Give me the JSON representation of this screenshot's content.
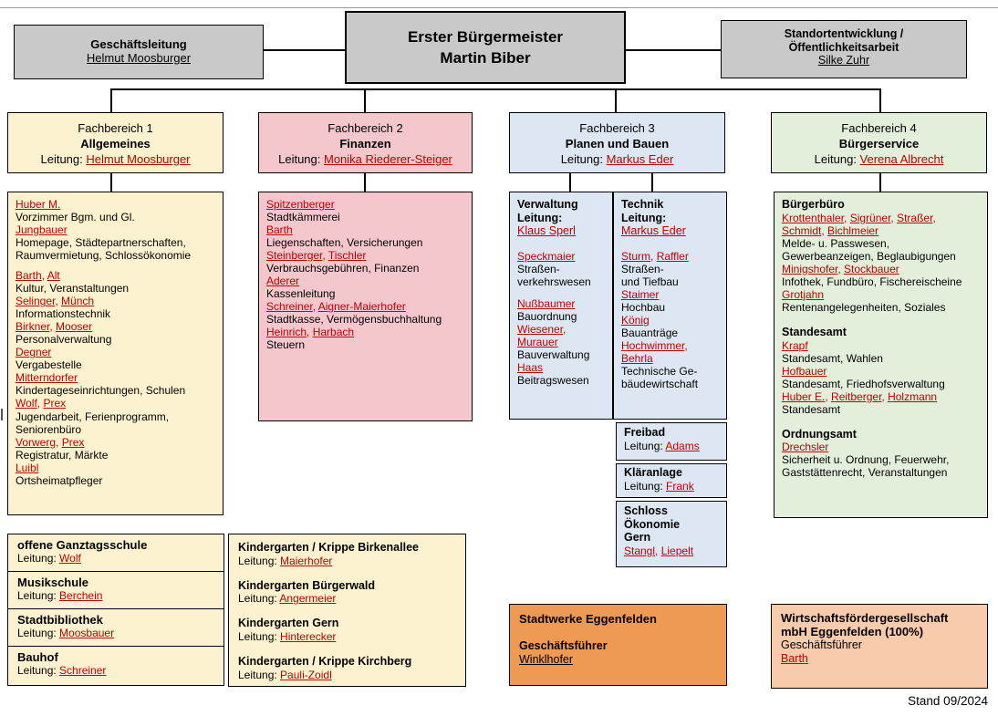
{
  "labels": {
    "leitung_prefix": "Leitung: ",
    "leitung_colon": "Leitung:"
  },
  "colors": {
    "gray_box": "#C9C9CA",
    "cream": "#FCF2CF",
    "pink": "#F4C7CD",
    "blue": "#DCE7F3",
    "green": "#E3EFDB",
    "orange": "#EF9A53",
    "peach": "#F8CBAD",
    "link_red": "#C00000",
    "border": "#000000"
  },
  "top_row": {
    "geschaeftsleitung": {
      "title": "Geschäftsleitung",
      "name": "Helmut Moosburger"
    },
    "buergermeister": {
      "line1": "Erster Bürgermeister",
      "line2": "Martin Biber"
    },
    "standortentwicklung": {
      "title": "Standortentwicklung /\nÖffentlichkeitsarbeit",
      "name": "Silke Zuhr"
    }
  },
  "fachbereiche": [
    {
      "title": "Fachbereich 1",
      "subtitle": "Allgemeines",
      "leitung": "Helmut Moosburger"
    },
    {
      "title": "Fachbereich 2",
      "subtitle": "Finanzen",
      "leitung": "Monika Riederer-Steiger"
    },
    {
      "title": "Fachbereich 3",
      "subtitle": "Planen und Bauen",
      "leitung": "Markus Eder"
    },
    {
      "title": "Fachbereich 4",
      "subtitle": "Bürgerservice",
      "leitung": "Verena Albrecht"
    }
  ],
  "fb1_entries": [
    {
      "names": [
        "Huber M."
      ],
      "desc": "Vorzimmer Bgm. und Gl."
    },
    {
      "names": [
        "Jungbauer"
      ],
      "desc": "Homepage, Städtepartnerschaften,\nRaumvermietung, Schlossökonomie"
    },
    {
      "names": [
        "Barth",
        "Alt"
      ],
      "desc": "Kultur, Veranstaltungen",
      "gap": true
    },
    {
      "names": [
        "Selinger",
        "Münch"
      ],
      "desc": "Informationstechnik"
    },
    {
      "names": [
        "Birkner",
        "Mooser"
      ],
      "desc": "Personalverwaltung"
    },
    {
      "names": [
        "Degner"
      ],
      "desc": "Vergabestelle"
    },
    {
      "names": [
        "Mitterndorfer"
      ],
      "desc": "Kindertageseinrichtungen, Schulen"
    },
    {
      "names": [
        "Wolf",
        "Prex"
      ],
      "desc": "Jugendarbeit, Ferienprogramm,\nSeniorenbüro"
    },
    {
      "names": [
        "Vorwerg",
        "Prex"
      ],
      "desc": "Registratur, Märkte"
    },
    {
      "names": [
        "Luibl"
      ],
      "desc": "Ortsheimatpfleger"
    }
  ],
  "fb2_entries": [
    {
      "names": [
        "Spitzenberger"
      ],
      "desc": "Stadtkämmerei"
    },
    {
      "names": [
        "Barth"
      ],
      "desc": "Liegenschaften, Versicherungen"
    },
    {
      "names": [
        "Steinberger",
        "Tischler"
      ],
      "desc": "Verbrauchsgebühren, Finanzen"
    },
    {
      "names": [
        "Aderer"
      ],
      "desc": "Kassenleitung"
    },
    {
      "names": [
        "Schreiner",
        "Aigner-Maierhofer"
      ],
      "desc": "Stadtkasse, Vermögensbuchhaltung"
    },
    {
      "names": [
        "Heinrich",
        "Harbach"
      ],
      "desc": "Steuern"
    }
  ],
  "fb3": {
    "verwaltung": {
      "title": "Verwaltung",
      "leitung": "Klaus Sperl",
      "entries": [
        {
          "names": [
            "Speckmaier"
          ],
          "desc": "Straßen-\nverkehrswesen"
        },
        {
          "names": [
            "Nußbaumer"
          ],
          "desc": "Bauordnung",
          "gap": true
        },
        {
          "names": [
            "Wiesener",
            "Murauer"
          ],
          "sep": ",\n",
          "desc": "Bauverwaltung"
        },
        {
          "names": [
            "Haas"
          ],
          "desc": "Beitragswesen"
        }
      ]
    },
    "technik": {
      "title": "Technik",
      "leitung": "Markus Eder",
      "entries": [
        {
          "names": [
            "Sturm",
            "Raffler"
          ],
          "desc": "Straßen-\nund Tiefbau"
        },
        {
          "names": [
            "Staimer"
          ],
          "desc": "Hochbau"
        },
        {
          "names": [
            "König"
          ],
          "desc": "Bauanträge"
        },
        {
          "names": [
            "Hochwimmer",
            "Behrla"
          ],
          "sep": ",\n",
          "desc": "Technische Ge-\nbäudewirtschaft"
        }
      ]
    },
    "sub_boxes": [
      {
        "title": "Freibad",
        "name": "Adams"
      },
      {
        "title": "Kläranlage",
        "name": "Frank"
      },
      {
        "title": "Schloss\nÖkonomie\nGern",
        "names": [
          "Stangl",
          "Liepelt"
        ]
      }
    ]
  },
  "fb4_sections": [
    {
      "heading": "Bürgerbüro",
      "entries": [
        {
          "names": [
            "Krottenthaler",
            "Sigrüner",
            "Straßer",
            "Schmidt",
            "Bichlmeier"
          ],
          "desc": "Melde- u. Passwesen,\nGewerbeanzeigen, Beglaubigungen"
        },
        {
          "names": [
            "Minigshofer",
            "Stockbauer"
          ],
          "desc": "Infothek, Fundbüro, Fischereischeine"
        },
        {
          "names": [
            "Grotjahn"
          ],
          "desc": "Rentenangelegenheiten, Soziales"
        }
      ]
    },
    {
      "heading": "Standesamt",
      "entries": [
        {
          "names": [
            "Krapf"
          ],
          "desc": "Standesamt, Wahlen"
        },
        {
          "names": [
            "Hofbauer"
          ],
          "desc": "Standesamt, Friedhofsverwaltung"
        },
        {
          "names": [
            "Huber E.",
            "Reitberger",
            "Holzmann"
          ],
          "desc": "Standesamt"
        }
      ]
    },
    {
      "heading": "Ordnungsamt",
      "entries": [
        {
          "names": [
            "Drechsler"
          ],
          "desc": "Sicherheit u. Ordnung, Feuerwehr,\nGaststättenrecht, Veranstaltungen"
        }
      ]
    }
  ],
  "facilities": [
    {
      "title": "offene Ganztagsschule",
      "leitung": "Wolf"
    },
    {
      "title": "Musikschule",
      "leitung": "Berchein"
    },
    {
      "title": "Stadtbibliothek",
      "leitung": "Moosbauer"
    },
    {
      "title": "Bauhof",
      "leitung": "Schreiner"
    }
  ],
  "kindergartens": [
    {
      "title": "Kindergarten / Krippe Birkenallee",
      "leitung": "Maierhofer"
    },
    {
      "title": "Kindergarten Bürgerwald",
      "leitung": "Angermeier"
    },
    {
      "title": "Kindergarten Gern",
      "leitung": "Hinterecker"
    },
    {
      "title": "Kindergarten / Krippe Kirchberg",
      "leitung": "Pauli-Zoidl"
    }
  ],
  "stadtwerke": {
    "title": "Stadtwerke Eggenfelden",
    "role": "Geschäftsführer",
    "name": "Winklhofer"
  },
  "wifoe": {
    "title": "Wirtschaftsfördergesellschaft\nmbH Eggenfelden (100%)",
    "role": "Geschäftsführer",
    "name": "Barth"
  },
  "footer": {
    "stand": "Stand 09/2024"
  }
}
